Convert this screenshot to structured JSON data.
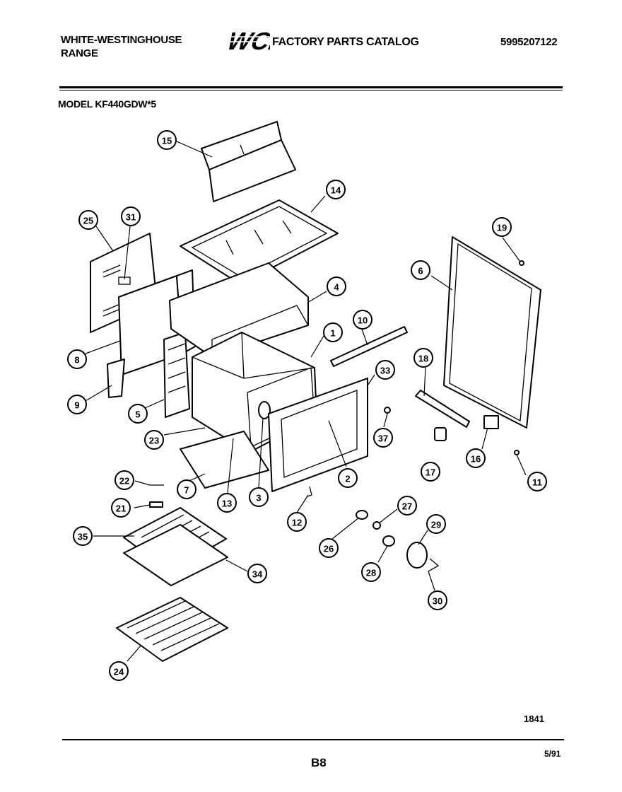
{
  "header": {
    "brand_line1": "WHITE-WESTINGHOUSE",
    "brand_line2": "RANGE",
    "logo_text": "WCI",
    "catalog_title": "FACTORY PARTS CATALOG",
    "part_number": "5995207122",
    "model": "MODEL KF440GDW*5"
  },
  "footer": {
    "drawing_code": "1841",
    "page": "B8",
    "date": "5/91"
  },
  "callouts": [
    "1",
    "2",
    "3",
    "4",
    "5",
    "6",
    "7",
    "8",
    "9",
    "10",
    "11",
    "12",
    "13",
    "14",
    "15",
    "16",
    "17",
    "18",
    "19",
    "21",
    "22",
    "23",
    "24",
    "25",
    "26",
    "27",
    "28",
    "29",
    "30",
    "31",
    "33",
    "34",
    "35",
    "37"
  ]
}
